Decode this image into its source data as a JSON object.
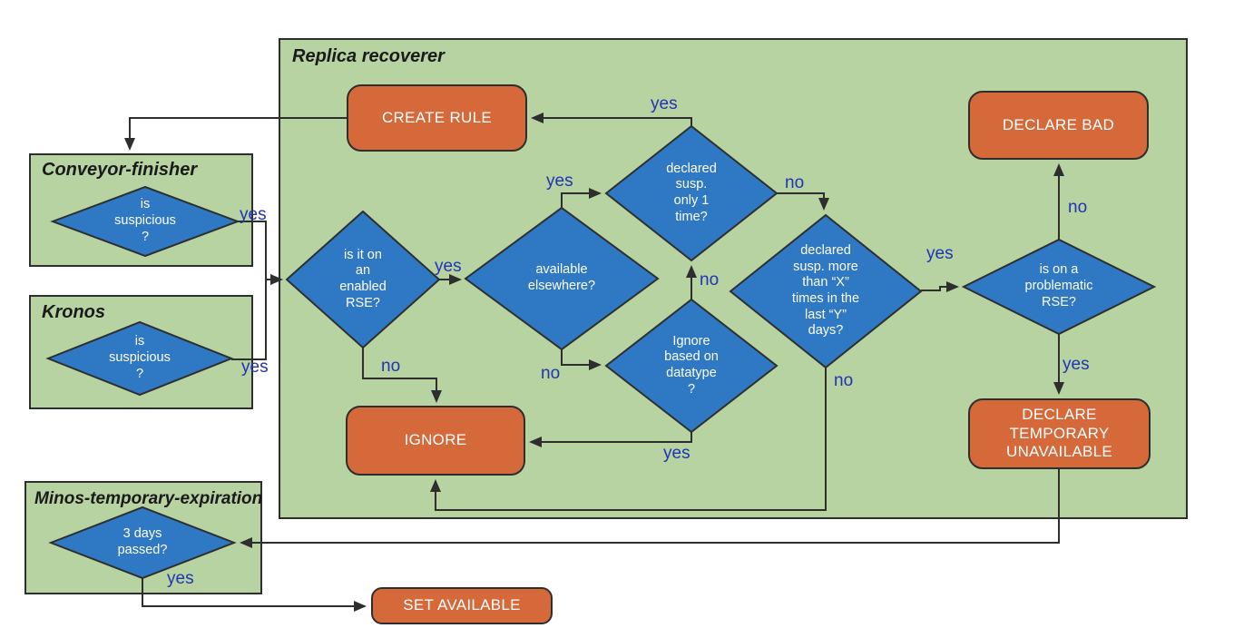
{
  "diagram": {
    "containers": {
      "replica": {
        "title": "Replica recoverer"
      },
      "conveyor": {
        "title": "Conveyor-finisher"
      },
      "kronos": {
        "title": "Kronos"
      },
      "minos": {
        "title": "Minos-temporary-expiration"
      }
    },
    "decisions": {
      "conveyor_suspicious": "is\nsuspicious\n?",
      "kronos_suspicious": "is\nsuspicious\n?",
      "enabled_rse": "is it on\nan\nenabled\nRSE?",
      "available_elsewhere": "available\nelsewhere?",
      "declared_once": "declared\nsusp.\nonly 1\ntime?",
      "ignore_datatype": "Ignore\nbased on\ndatatype\n?",
      "declared_xy": "declared\nsusp. more\nthan “X”\ntimes in the\nlast “Y”\ndays?",
      "problematic_rse": "is on a\nproblematic\nRSE?",
      "three_days": "3 days\npassed?"
    },
    "actions": {
      "create_rule": "CREATE RULE",
      "declare_bad": "DECLARE BAD",
      "ignore": "IGNORE",
      "declare_temp": "DECLARE\nTEMPORARY\nUNAVAILABLE",
      "set_available": "SET AVAILABLE"
    },
    "labels": {
      "yes": "yes",
      "no": "no"
    },
    "colors": {
      "container_fill": "#b7d3a2",
      "decision_fill": "#2f78c4",
      "action_fill": "#d5693a",
      "border": "#2e2e2e",
      "label_color": "#2233b3",
      "node_text": "#ffffff",
      "title_color": "#1a1a1a"
    }
  }
}
